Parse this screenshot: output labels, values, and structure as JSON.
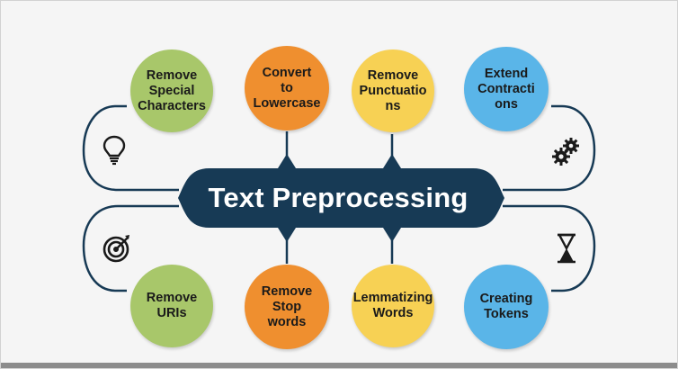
{
  "center": {
    "title": "Text Preprocessing"
  },
  "top_items": [
    {
      "label": "Remove\nSpecial\nCharacters",
      "color": "#a8c76a"
    },
    {
      "label": "Convert\nto\nLowercase",
      "color": "#ef8f2f"
    },
    {
      "label": "Remove\nPunctuatio\nns",
      "color": "#f7d154"
    },
    {
      "label": "Extend\nContracti\nons",
      "color": "#5ab5e8"
    }
  ],
  "bottom_items": [
    {
      "label": "Remove\nURIs",
      "color": "#a8c76a"
    },
    {
      "label": "Remove\nStop\nwords",
      "color": "#ef8f2f"
    },
    {
      "label": "Lemmatizing\nWords",
      "color": "#f7d154"
    },
    {
      "label": "Creating\nTokens",
      "color": "#5ab5e8"
    }
  ],
  "icons": [
    "lightbulb-icon",
    "gears-icon",
    "target-icon",
    "hourglass-icon"
  ],
  "colors": {
    "center_fill": "#173a55",
    "connector": "#173a55"
  }
}
